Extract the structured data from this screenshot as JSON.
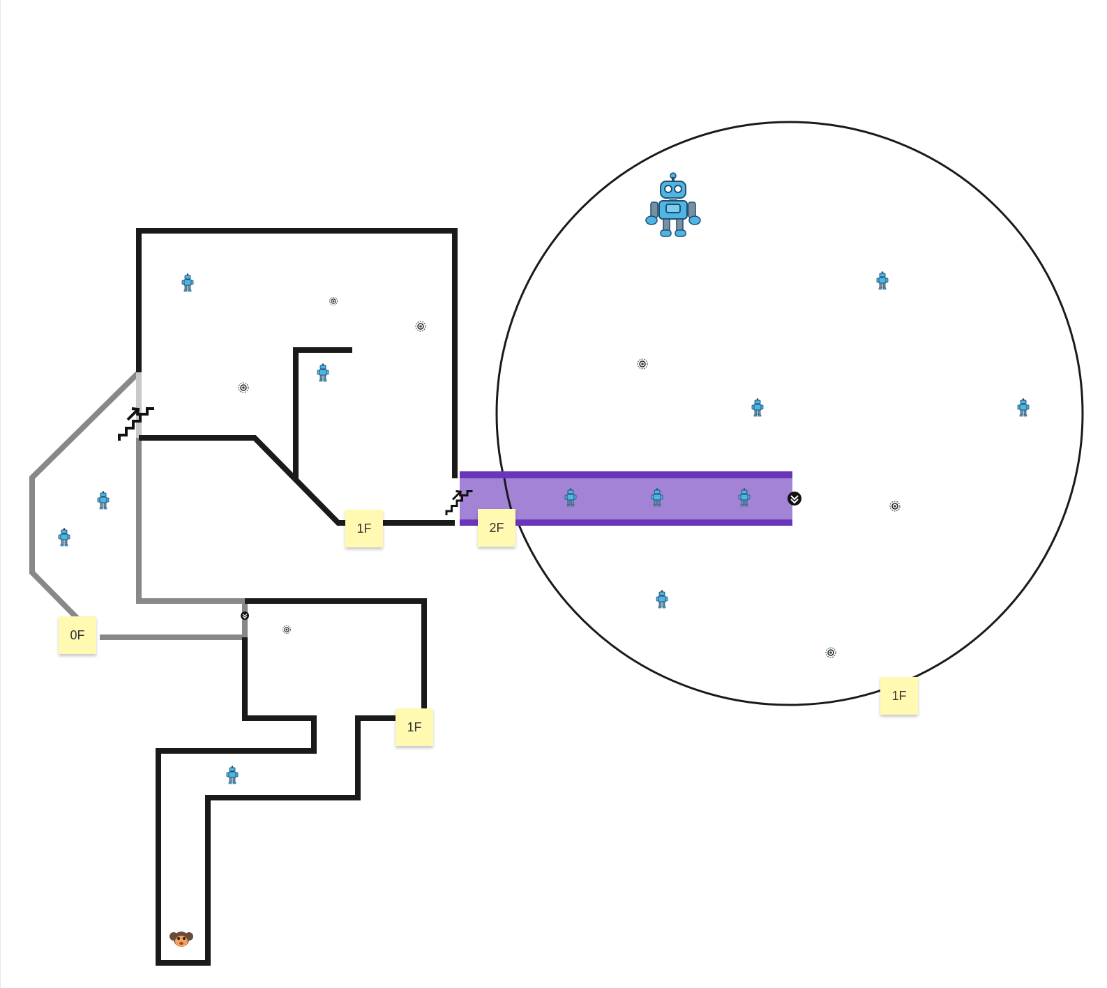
{
  "floor_notes": {
    "upper_room": "1F",
    "corridor": "2F",
    "west_wing": "0F",
    "south_room": "1F",
    "round_hall": "1F"
  },
  "legend_icons": {
    "robot": "robot-icon",
    "camera": "camera-icon",
    "stairs": "stairs-icon",
    "player": "monkey-face-icon",
    "door": "chevron-down-icon"
  },
  "colors": {
    "wall": "#1a1a1a",
    "lower_floor_wall": "#888888",
    "corridor_fill": "#a283d6",
    "corridor_edge": "#6a35bb",
    "robot": "#4fb6e3",
    "robot_outline": "#1e4f72",
    "note": "#fff9b1"
  }
}
